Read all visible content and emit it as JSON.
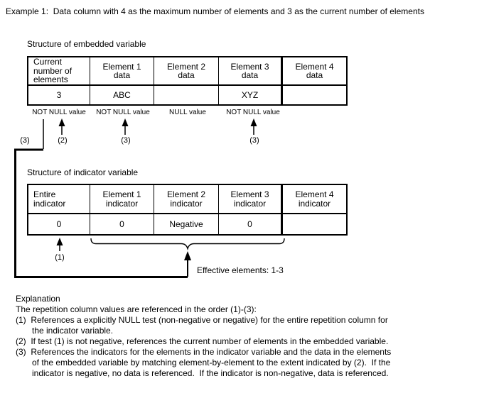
{
  "title": "Example 1:  Data column with 4 as the maximum number of elements and 3 as the current number of elements",
  "embedded_table": {
    "section_label": "Structure of embedded variable",
    "headers": [
      "Current\nnumber of\nelements",
      "Element 1\ndata",
      "Element 2\ndata",
      "Element 3\ndata",
      "Element 4\ndata"
    ],
    "values": [
      "3",
      "ABC",
      "",
      "XYZ",
      ""
    ],
    "value_annotations": [
      "NOT NULL value",
      "NOT NULL value",
      "NULL value",
      "NOT NULL value"
    ]
  },
  "indicator_table": {
    "section_label": "Structure of indicator variable",
    "headers": [
      "Entire\nindicator",
      "Element 1\nindicator",
      "Element 2\nindicator",
      "Element 3\nindicator",
      "Element 4\nindicator"
    ],
    "values": [
      "0",
      "0",
      "Negative",
      "0",
      ""
    ]
  },
  "callouts": {
    "left_reference": "(3)",
    "embedded_arrow_labels": [
      "(2)",
      "(3)",
      "(3)"
    ],
    "indicator_arrow_label": "(1)",
    "effective_elements": "Effective elements: 1-3"
  },
  "explanation": {
    "lines": [
      "Explanation",
      "The repetition column values are referenced in the order (1)-(3):",
      "(1)  References a explicitly NULL test (non-negative or negative) for the entire repetition column for",
      "the indicator variable.",
      "(2)  If test (1) is not negative, references the current number of elements in the embedded variable.",
      "(3)  References the indicators for the elements in the indicator variable and the data in the elements",
      "of the embedded variable by matching element-by-element to the extent indicated by (2).  If the",
      "indicator is negative, no data is referenced.  If the indicator is non-negative, data is referenced."
    ]
  },
  "colors": {
    "line": "#000000",
    "background": "#ffffff"
  }
}
